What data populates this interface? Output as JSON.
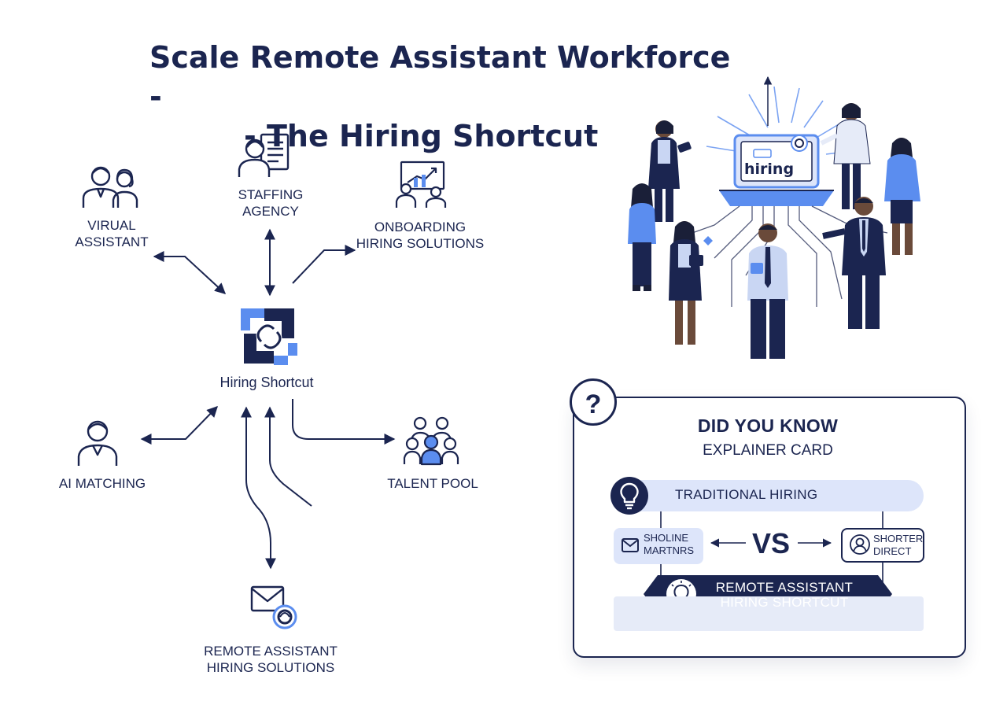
{
  "title": {
    "line1": "Scale Remote Assistant Workforce -",
    "line2": "- The Hiring Shortcut"
  },
  "hub": {
    "label": "Hiring Shortcut",
    "icon": "hiring-shortcut-logo-icon"
  },
  "nodes": {
    "virtual_assistant": {
      "line1": "VIRUAL",
      "line2": "ASSISTANT",
      "icon": "people-pair-icon"
    },
    "staffing_agency": {
      "line1": "STAFFING",
      "line2": "AGENCY",
      "icon": "person-document-icon"
    },
    "onboarding": {
      "line1": "ONBOARDING",
      "line2": "HIRING SOLUTIONS",
      "icon": "presentation-chart-icon"
    },
    "ai_matching": {
      "line1": "AI MATCHING",
      "icon": "person-icon"
    },
    "talent_pool": {
      "line1": "TALENT POOL",
      "icon": "group-icon"
    },
    "remote_solutions": {
      "line1": "REMOTE ASSISTANT",
      "line2": "HIRING SOLUTIONS",
      "icon": "envelope-icon"
    }
  },
  "illustration": {
    "laptop_text": "hiring",
    "icon": "team-laptop-illustration"
  },
  "card": {
    "title": "DID YOU KNOW",
    "subtitle": "EXPLAINER CARD",
    "badge": "?",
    "traditional": "TRADITIONAL HIRING",
    "left_line1": "SHOLINE",
    "left_line2": "MARTNRS",
    "vs": "VS",
    "right_line1": "SHORTER",
    "right_line2": "DIRECT",
    "banner_line1": "REMOTE ASSISTANT",
    "banner_line2": "HIRING SHORTCUT"
  },
  "colors": {
    "navy": "#1b2550",
    "accent_blue": "#5b8def",
    "light_blue": "#dde5fa"
  }
}
